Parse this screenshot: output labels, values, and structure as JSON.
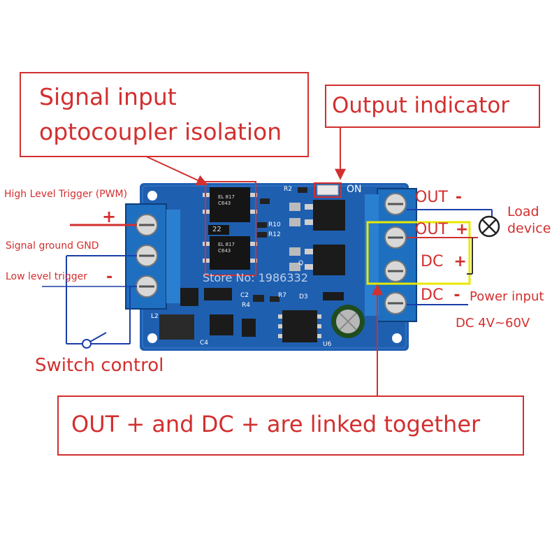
{
  "callouts": {
    "signal_input_line1": "Signal input",
    "signal_input_line2": "optocoupler isolation",
    "output_indicator": "Output indicator",
    "linked_note": "OUT + and DC + are linked together"
  },
  "left_labels": {
    "high_trigger": "High Level Trigger (PWM)",
    "plus": "+",
    "signal_ground": "Signal ground  GND",
    "low_trigger": "Low level trigger",
    "minus": "-",
    "switch_control": "Switch control"
  },
  "right_labels": {
    "out_minus_text": "OUT",
    "out_minus_sign": "-",
    "out_plus_text": "OUT",
    "out_plus_sign": "+",
    "dc_plus_text": "DC",
    "dc_plus_sign": "+",
    "dc_minus_text": "DC",
    "dc_minus_sign": "-",
    "load_line1": "Load",
    "load_line2": "device",
    "power_input": "Power input",
    "voltage_range": "DC 4V~60V"
  },
  "board": {
    "on_label": "ON",
    "r2": "R2",
    "r10": "R10",
    "r12": "R12",
    "q": "Q",
    "opto1_code": "EL 817 C643",
    "opto2_code": "EL 817 C643",
    "chip_22": "22",
    "c2": "C2",
    "r4": "R4",
    "r7": "R7",
    "d3": "D3",
    "l2": "L2",
    "c4": "C4",
    "u6": "U6",
    "watermark": "Store No: 1986332"
  },
  "colors": {
    "accent_red": "#d32f2f",
    "wire_blue": "#1a3ea8",
    "board_blue": "#1f5fb0",
    "terminal_blue": "#1e6fc0",
    "highlight_yellow": "#e8e800"
  }
}
